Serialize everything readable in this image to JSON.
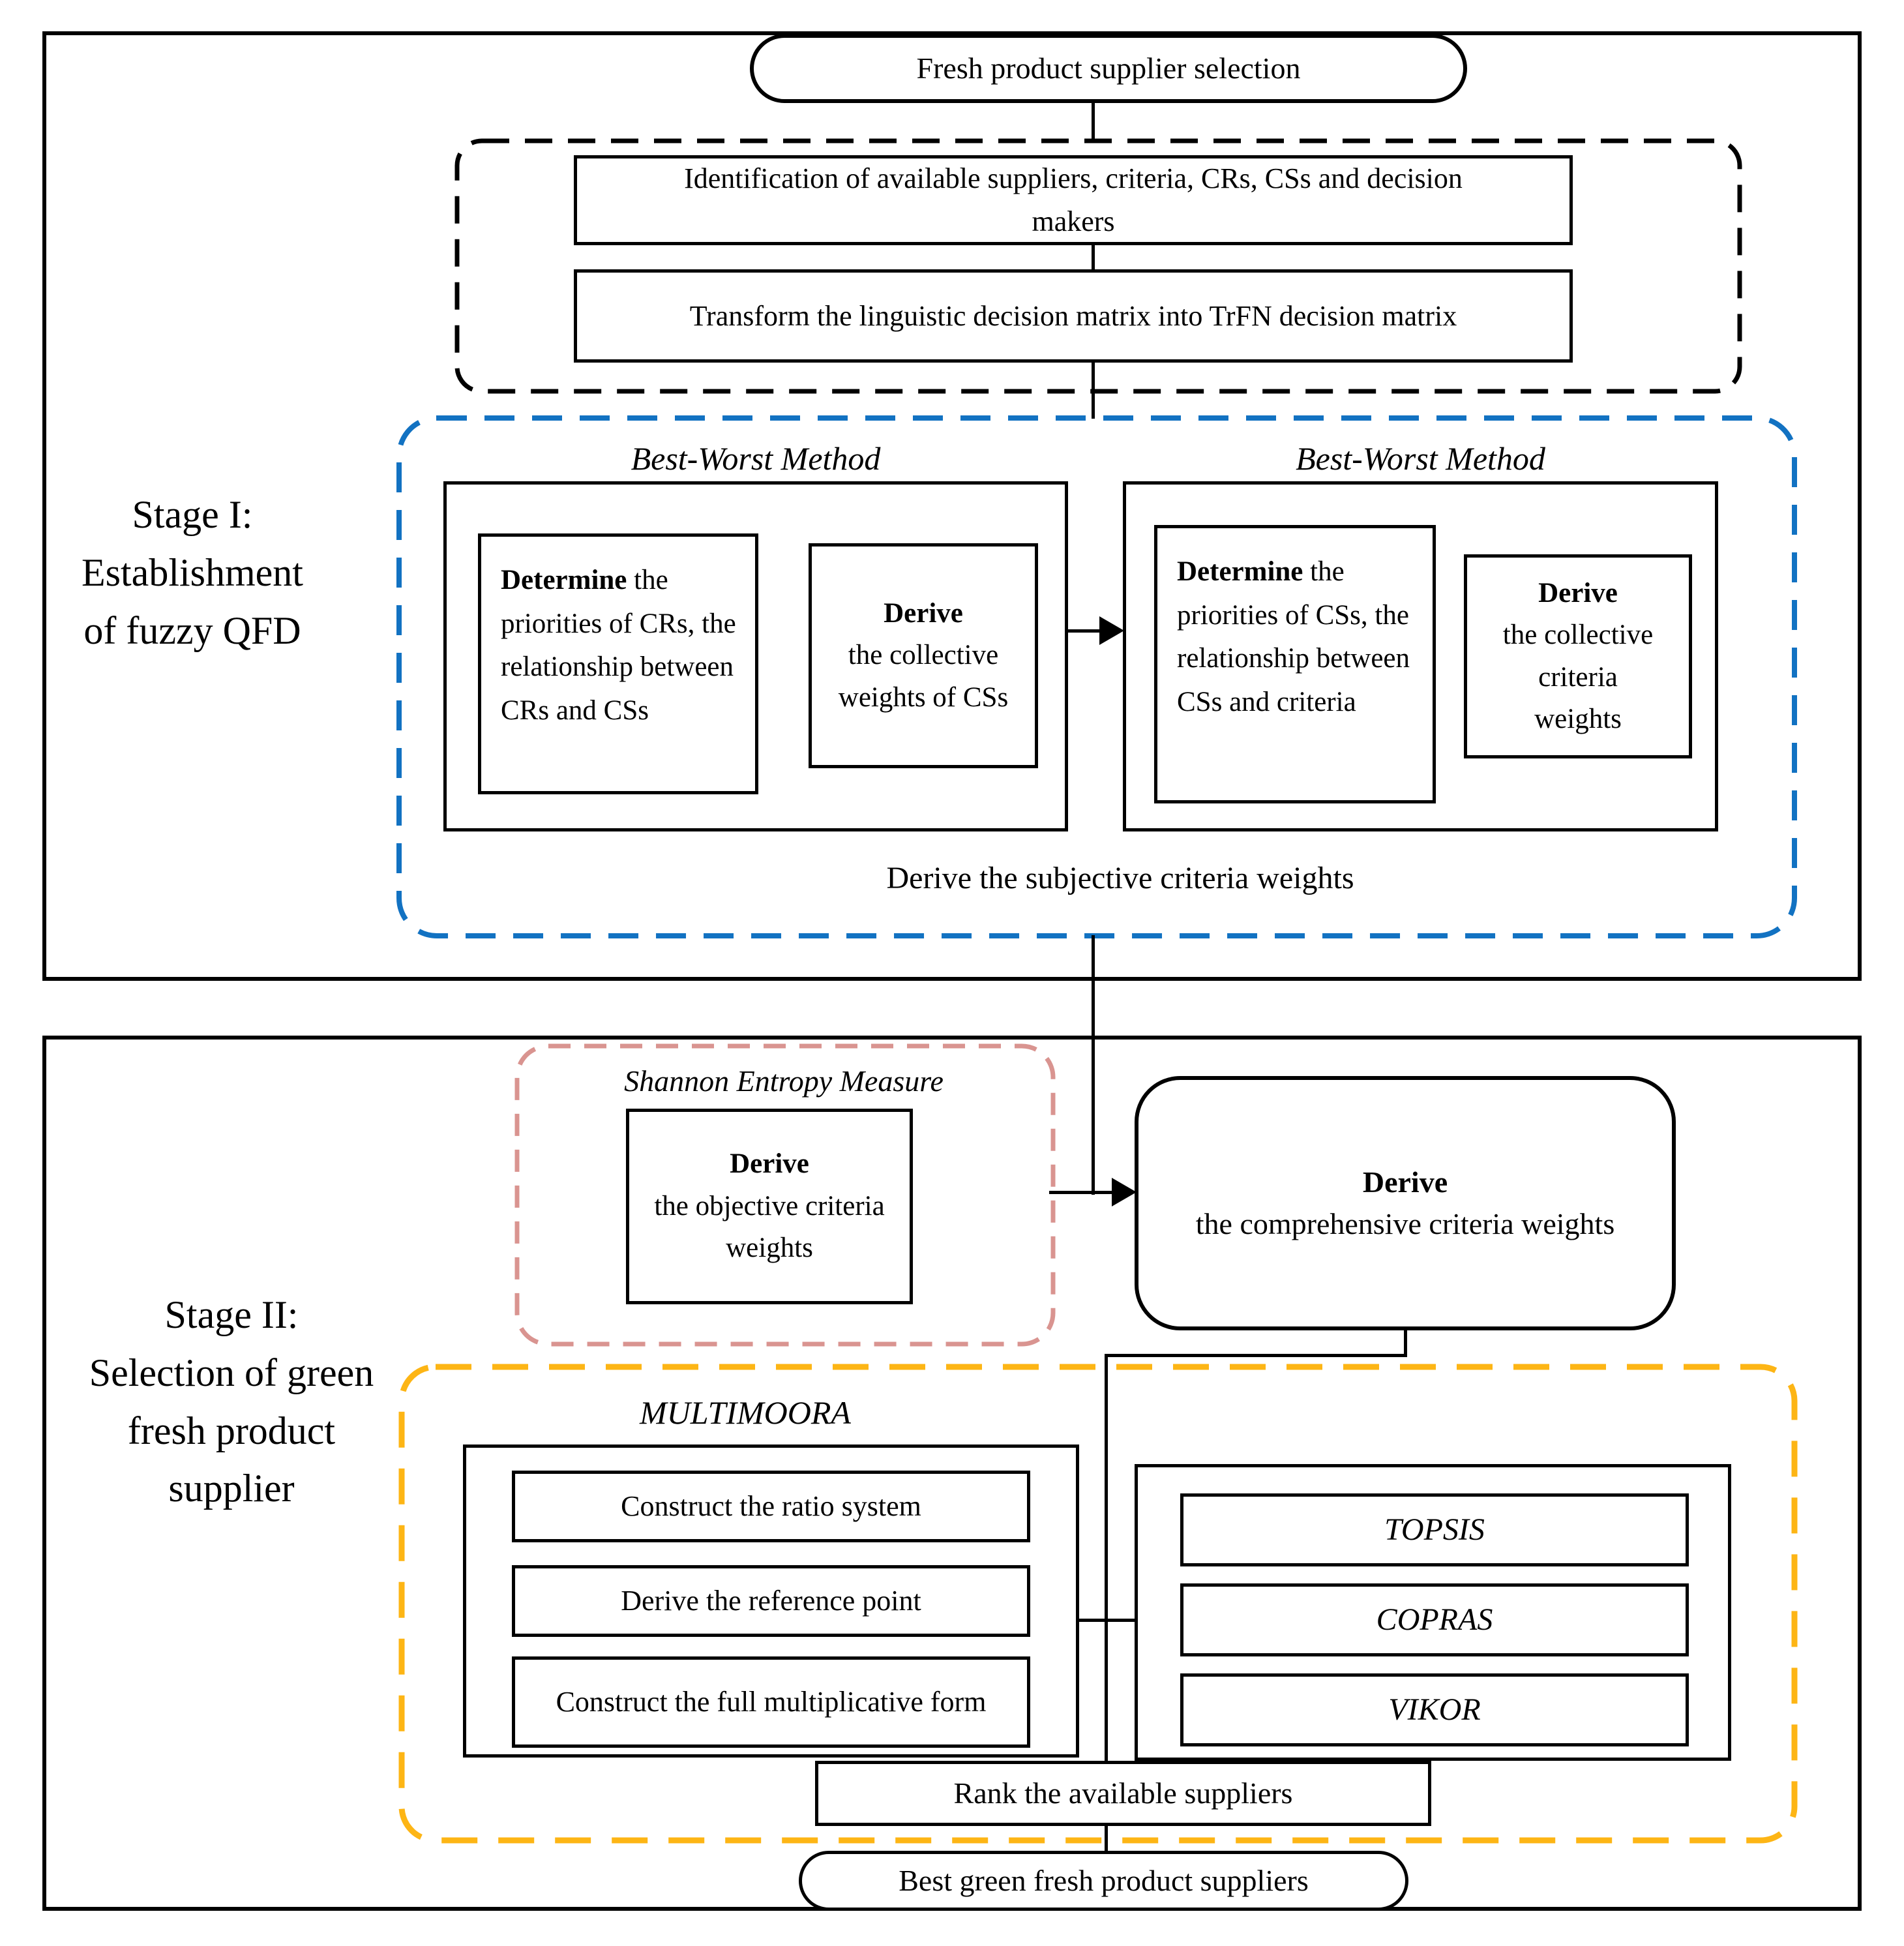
{
  "colors": {
    "line": "#000000",
    "prep_dash": "#000000",
    "bwm_dash": "#1272C2",
    "shannon_dash": "#D99490",
    "multimoora_dash": "#FDB515"
  },
  "start": {
    "label": "Fresh product supplier selection"
  },
  "preparation": {
    "identify": "Identification of available suppliers, criteria, CRs, CSs and decision makers",
    "transform": "Transform the linguistic decision matrix into TrFN decision matrix"
  },
  "stage1": {
    "label": {
      "line1": "Stage I:",
      "line2": "Establishment",
      "line3": "of fuzzy QFD"
    },
    "bwm_left": {
      "title": "Best-Worst Method",
      "determine": {
        "lead": "Determine",
        "rest": " the priorities of CRs, the relationship between CRs and CSs"
      },
      "derive": {
        "lead": "Derive",
        "rest": "the collective weights of CSs"
      }
    },
    "bwm_right": {
      "title": "Best-Worst Method",
      "determine": {
        "lead": "Determine",
        "rest": " the priorities of CSs, the relationship between CSs and criteria"
      },
      "derive": {
        "lead": "Derive",
        "rest": "the collective criteria weights"
      }
    },
    "subjective_caption": "Derive the subjective criteria weights"
  },
  "stage2": {
    "label": {
      "line1": "Stage II:",
      "line2": "Selection of green",
      "line3": "fresh product",
      "line4": "supplier"
    },
    "shannon": {
      "title": "Shannon Entropy Measure",
      "derive": {
        "lead": "Derive",
        "rest": "the objective criteria weights"
      }
    },
    "comprehensive": {
      "lead": "Derive",
      "rest": "the comprehensive criteria weights"
    },
    "multimoora": {
      "title": "MULTIMOORA",
      "ratio": "Construct the ratio system",
      "reference": "Derive the reference point",
      "multiplicative": "Construct the full multiplicative form"
    },
    "methods": {
      "topsis": "TOPSIS",
      "copras": "COPRAS",
      "vikor": "VIKOR"
    },
    "rank": "Rank the available suppliers"
  },
  "end": {
    "label": "Best green fresh product suppliers"
  }
}
